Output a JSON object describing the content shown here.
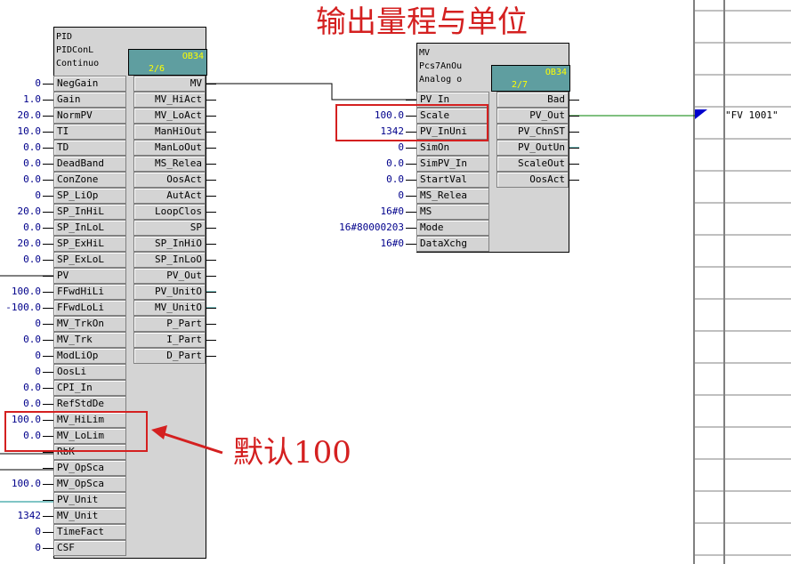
{
  "annotations": {
    "title": "输出量程与单位",
    "default_note": "默认100"
  },
  "pid_block": {
    "header": [
      "PID",
      "PIDConL",
      "Continuo"
    ],
    "ob_number": "OB34",
    "ob_position": "2/6",
    "inputs": [
      {
        "name": "NegGain",
        "value": "0"
      },
      {
        "name": "Gain",
        "value": "1.0"
      },
      {
        "name": "NormPV",
        "value": "20.0"
      },
      {
        "name": "TI",
        "value": "10.0"
      },
      {
        "name": "TD",
        "value": "0.0"
      },
      {
        "name": "DeadBand",
        "value": "0.0"
      },
      {
        "name": "ConZone",
        "value": "0.0"
      },
      {
        "name": "SP_LiOp",
        "value": "0"
      },
      {
        "name": "SP_InHiL",
        "value": "20.0"
      },
      {
        "name": "SP_InLoL",
        "value": "0.0"
      },
      {
        "name": "SP_ExHiL",
        "value": "20.0"
      },
      {
        "name": "SP_ExLoL",
        "value": "0.0"
      },
      {
        "name": "PV",
        "value": ""
      },
      {
        "name": "FFwdHiLi",
        "value": "100.0"
      },
      {
        "name": "FFwdLoLi",
        "value": "-100.0"
      },
      {
        "name": "MV_TrkOn",
        "value": "0"
      },
      {
        "name": "MV_Trk",
        "value": "0.0"
      },
      {
        "name": "ModLiOp",
        "value": "0"
      },
      {
        "name": "OosLi",
        "value": "0"
      },
      {
        "name": "CPI_In",
        "value": "0.0"
      },
      {
        "name": "RefStdDe",
        "value": "0.0"
      },
      {
        "name": "MV_HiLim",
        "value": "100.0"
      },
      {
        "name": "MV_LoLim",
        "value": "0.0"
      },
      {
        "name": "RbK",
        "value": ""
      },
      {
        "name": "PV_OpSca",
        "value": ""
      },
      {
        "name": "MV_OpSca",
        "value": "100.0"
      },
      {
        "name": "PV_Unit",
        "value": ""
      },
      {
        "name": "MV_Unit",
        "value": "1342"
      },
      {
        "name": "TimeFact",
        "value": "0"
      },
      {
        "name": "CSF",
        "value": "0"
      }
    ],
    "outputs": [
      "MV",
      "MV_HiAct",
      "MV_LoAct",
      "ManHiOut",
      "ManLoOut",
      "MS_Relea",
      "OosAct",
      "AutAct",
      "LoopClos",
      "SP",
      "SP_InHiO",
      "SP_InLoO",
      "PV_Out",
      "PV_UnitO",
      "MV_UnitO",
      "P_Part",
      "I_Part",
      "D_Part"
    ]
  },
  "mv_block": {
    "header": [
      "MV",
      "Pcs7AnOu",
      "Analog o"
    ],
    "ob_number": "OB34",
    "ob_position": "2/7",
    "inputs": [
      {
        "name": "PV_In",
        "value": ""
      },
      {
        "name": "Scale",
        "value": "100.0"
      },
      {
        "name": "PV_InUni",
        "value": "1342"
      },
      {
        "name": "SimOn",
        "value": "0"
      },
      {
        "name": "SimPV_In",
        "value": "0.0"
      },
      {
        "name": "StartVal",
        "value": "0.0"
      },
      {
        "name": "MS_Relea",
        "value": "0"
      },
      {
        "name": "MS",
        "value": "16#0"
      },
      {
        "name": "Mode",
        "value": "16#80000203"
      },
      {
        "name": "DataXchg",
        "value": "16#0"
      }
    ],
    "outputs": [
      "Bad",
      "PV_Out",
      "PV_ChnST",
      "PV_OutUn",
      "ScaleOut",
      "OosAct"
    ]
  },
  "sheet_bar": {
    "tag": "\"FV 1001\""
  },
  "colors": {
    "annotation": "#d42020",
    "value_text": "#00008b",
    "block_fill": "#d4d4d4",
    "ob_fill": "#5f9ea0",
    "ob_text": "#ffff00",
    "connection_green": "#008000",
    "connection_teal": "#008b8b",
    "sheet_arrow": "#0000cd"
  }
}
